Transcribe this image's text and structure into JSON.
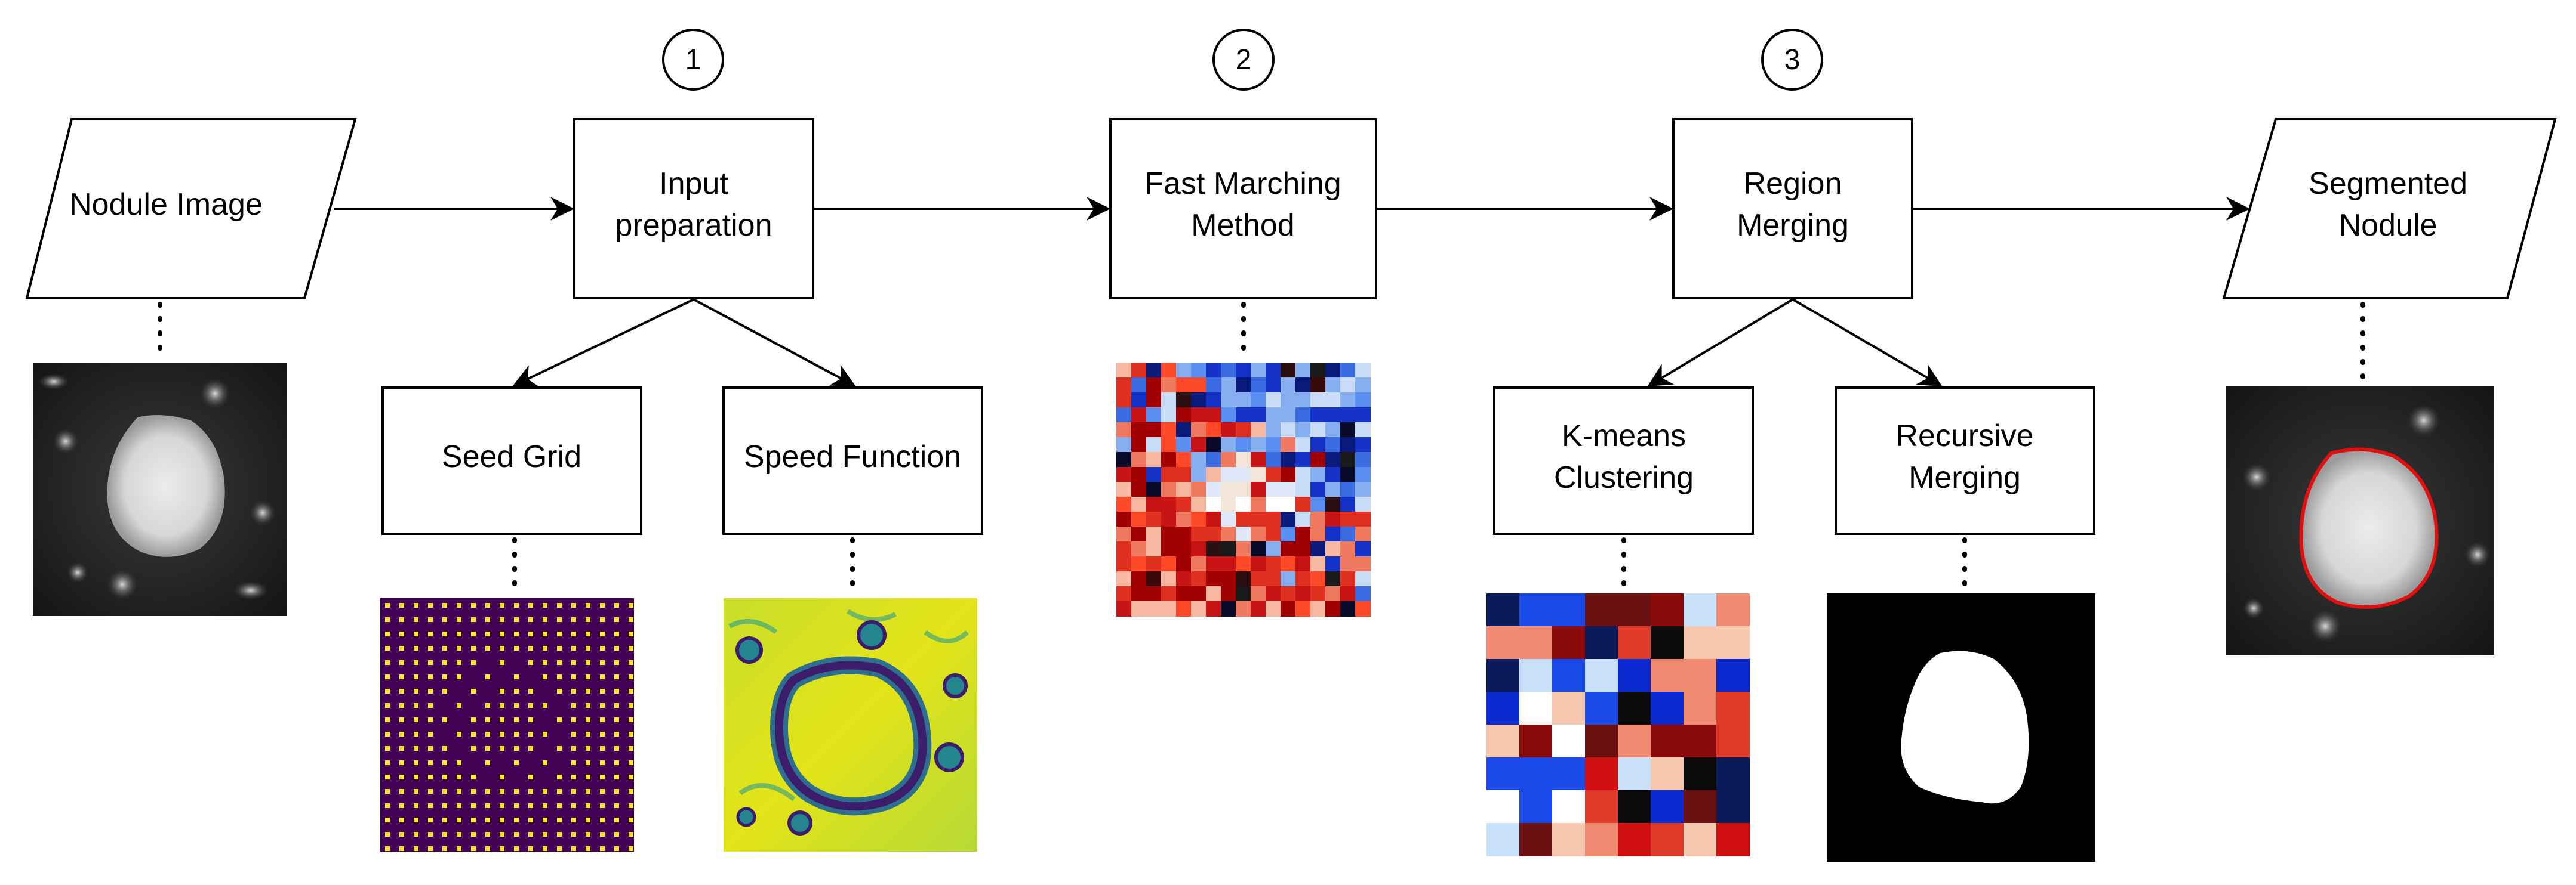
{
  "diagram": {
    "io_nodes": {
      "nodule_image": "Nodule Image",
      "segmented_nodule_line1": "Segmented",
      "segmented_nodule_line2": "Nodule"
    },
    "stages": [
      {
        "number": "1",
        "line1": "Input",
        "line2": "preparation"
      },
      {
        "number": "2",
        "line1": "Fast Marching",
        "line2": "Method"
      },
      {
        "number": "3",
        "line1": "Region",
        "line2": "Merging"
      }
    ],
    "substeps": {
      "seed_grid": "Seed Grid",
      "speed_function": "Speed Function",
      "kmeans_line1": "K-means",
      "kmeans_line2": "Clustering",
      "recursive_line1": "Recursive",
      "recursive_line2": "Merging"
    },
    "colors": {
      "stroke": "#000000",
      "viridis_dark": "#440154",
      "viridis_yellow": "#fde725",
      "contour_red": "#e01010",
      "fmm_red": "#c81414",
      "fmm_blue": "#1432c8"
    }
  }
}
